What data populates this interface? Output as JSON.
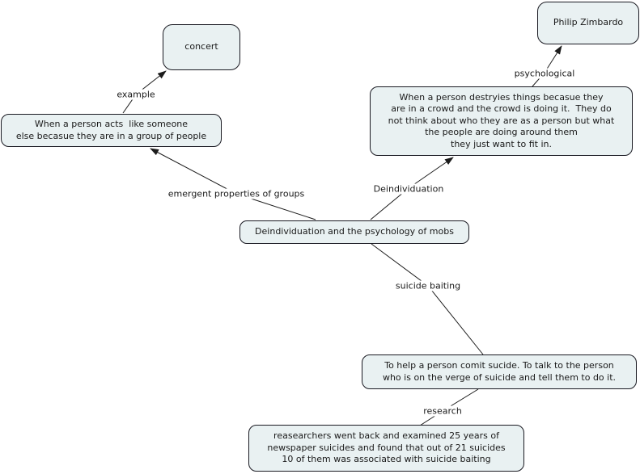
{
  "colors": {
    "background": "#ffffff",
    "node_fill": "#e9f1f2",
    "node_border": "#1a1a22",
    "line": "#1c1c1c",
    "text": "#1a1a1a"
  },
  "nodes": {
    "concert": {
      "text": "concert"
    },
    "zimbardo": {
      "text": "Philip Zimbardo"
    },
    "group_acts": {
      "text": "When a person acts  like someone\nelse becasue they are in a group of people"
    },
    "deindividuation_def": {
      "text": "When a person destryies things becasue they\nare in a crowd and the crowd is doing it.  They do\nnot think about who they are as a person but what\nthe people are doing around them\nthey just want to fit in."
    },
    "main": {
      "text": "Deindividuation and the psychology of mobs"
    },
    "suicide_baiting_def": {
      "text": "To help a person comit sucide. To talk to the person\nwho is on the verge of suicide and tell them to do it."
    },
    "research_def": {
      "text": "reasearchers went back and examined 25 years of\nnewspaper suicides and found that out of 21 suicides\n10 of them was associated with suicide baiting"
    }
  },
  "links": {
    "example": {
      "label": "example"
    },
    "emergent": {
      "label": "emergent properties of groups"
    },
    "deindividuation": {
      "label": "Deindividuation"
    },
    "psychological": {
      "label": "psychological"
    },
    "suicide_baiting": {
      "label": "suicide baiting"
    },
    "research": {
      "label": "research"
    }
  }
}
